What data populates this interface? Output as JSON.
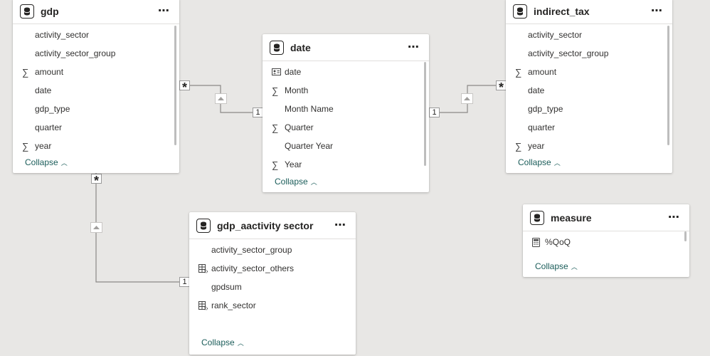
{
  "tables": {
    "gdp": {
      "title": "gdp",
      "fields": [
        {
          "name": "activity_sector",
          "icon": ""
        },
        {
          "name": "activity_sector_group",
          "icon": ""
        },
        {
          "name": "amount",
          "icon": "sigma"
        },
        {
          "name": "date",
          "icon": ""
        },
        {
          "name": "gdp_type",
          "icon": ""
        },
        {
          "name": "quarter",
          "icon": ""
        },
        {
          "name": "year",
          "icon": "sigma"
        }
      ],
      "collapse_label": "Collapse"
    },
    "date": {
      "title": "date",
      "fields": [
        {
          "name": "date",
          "icon": "id-card"
        },
        {
          "name": "Month",
          "icon": "sigma"
        },
        {
          "name": "Month Name",
          "icon": ""
        },
        {
          "name": "Quarter",
          "icon": "sigma"
        },
        {
          "name": "Quarter Year",
          "icon": ""
        },
        {
          "name": "Year",
          "icon": "sigma"
        }
      ],
      "collapse_label": "Collapse"
    },
    "indirect_tax": {
      "title": "indirect_tax",
      "fields": [
        {
          "name": "activity_sector",
          "icon": ""
        },
        {
          "name": "activity_sector_group",
          "icon": ""
        },
        {
          "name": "amount",
          "icon": "sigma"
        },
        {
          "name": "date",
          "icon": ""
        },
        {
          "name": "gdp_type",
          "icon": ""
        },
        {
          "name": "quarter",
          "icon": ""
        },
        {
          "name": "year",
          "icon": "sigma"
        }
      ],
      "collapse_label": "Collapse"
    },
    "gdp_aactivity_sector": {
      "title": "gdp_aactivity sector",
      "fields": [
        {
          "name": "activity_sector_group",
          "icon": ""
        },
        {
          "name": "activity_sector_others",
          "icon": "calc-column"
        },
        {
          "name": "gpdsum",
          "icon": ""
        },
        {
          "name": "rank_sector",
          "icon": "calc-column"
        }
      ],
      "collapse_label": "Collapse"
    },
    "measure": {
      "title": "measure",
      "fields": [
        {
          "name": "%QoQ",
          "icon": "calculator"
        }
      ],
      "collapse_label": "Collapse"
    }
  },
  "relationships": {
    "gdp_date": {
      "many": "*",
      "one": "1"
    },
    "date_indirect_tax": {
      "one": "1",
      "many": "*"
    },
    "gdp_sector": {
      "many": "*",
      "one": "1"
    }
  },
  "icons": {
    "table": "database-icon",
    "more": "more-options-icon",
    "sigma": "sum-icon",
    "id-card": "id-card-icon",
    "calc-column": "calculated-column-icon",
    "calculator": "calculator-icon"
  },
  "colors": {
    "canvas": "#e8e7e5",
    "link": "#1b5d5a",
    "line": "#8a8886"
  }
}
